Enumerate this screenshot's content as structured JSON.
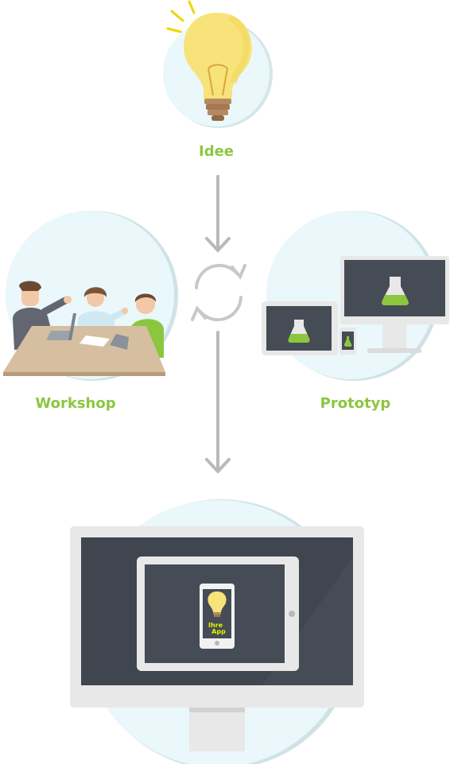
{
  "steps": {
    "idea": {
      "label": "Idee",
      "icon": "lightbulb-icon"
    },
    "workshop": {
      "label": "Workshop",
      "icon": "meeting-people-icon"
    },
    "prototype": {
      "label": "Prototyp",
      "icon": "devices-flask-icon"
    },
    "result": {
      "screen_text": "Ihre App",
      "icon": "monitor-tablet-phone-icon"
    }
  },
  "colors": {
    "accent": "#8cc63f",
    "circle_fill": "#eaf7fb",
    "circle_ring": "#cfe3e6",
    "arrow": "#b9b9b9",
    "screen": "#454c55",
    "bezel": "#e8e8e8",
    "bulb": "#f7e37a"
  }
}
